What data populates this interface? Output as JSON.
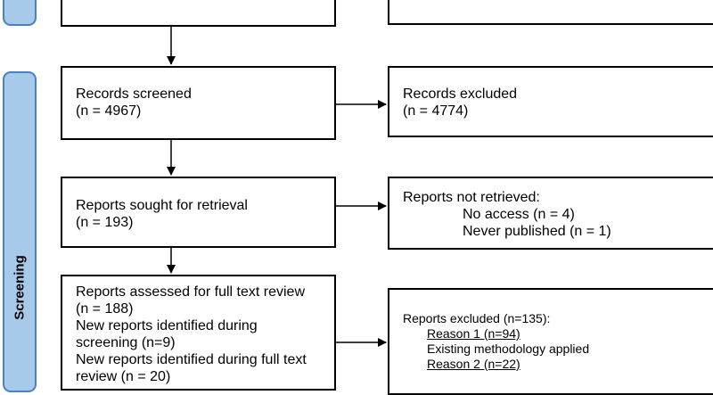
{
  "phase": {
    "label": "Screening",
    "color": "#a7c9ea"
  },
  "records_screened": {
    "title": "Records screened",
    "count": "(n = 4967)"
  },
  "records_excluded": {
    "title": "Records excluded",
    "count": "(n = 4774)"
  },
  "reports_sought": {
    "title": "Reports sought for retrieval",
    "count": "(n = 193)"
  },
  "reports_not_retrieved": {
    "title": "Reports not retrieved:",
    "items": [
      "No access (n = 4)",
      "Never published (n = 1)"
    ]
  },
  "reports_assessed": {
    "title": "Reports assessed for full text review",
    "count": "(n = 188)",
    "new_screening_1": "New reports identified during",
    "new_screening_2": "screening (n=9)",
    "new_fulltext_1": "New reports identified during full text",
    "new_fulltext_2": "review (n = 20)"
  },
  "reports_excluded": {
    "title": "Reports excluded (n=135):",
    "reason1": "Reason 1 (n=94)",
    "reason1_desc": "Existing methodology applied",
    "reason2": "Reason 2 (n=22)"
  }
}
